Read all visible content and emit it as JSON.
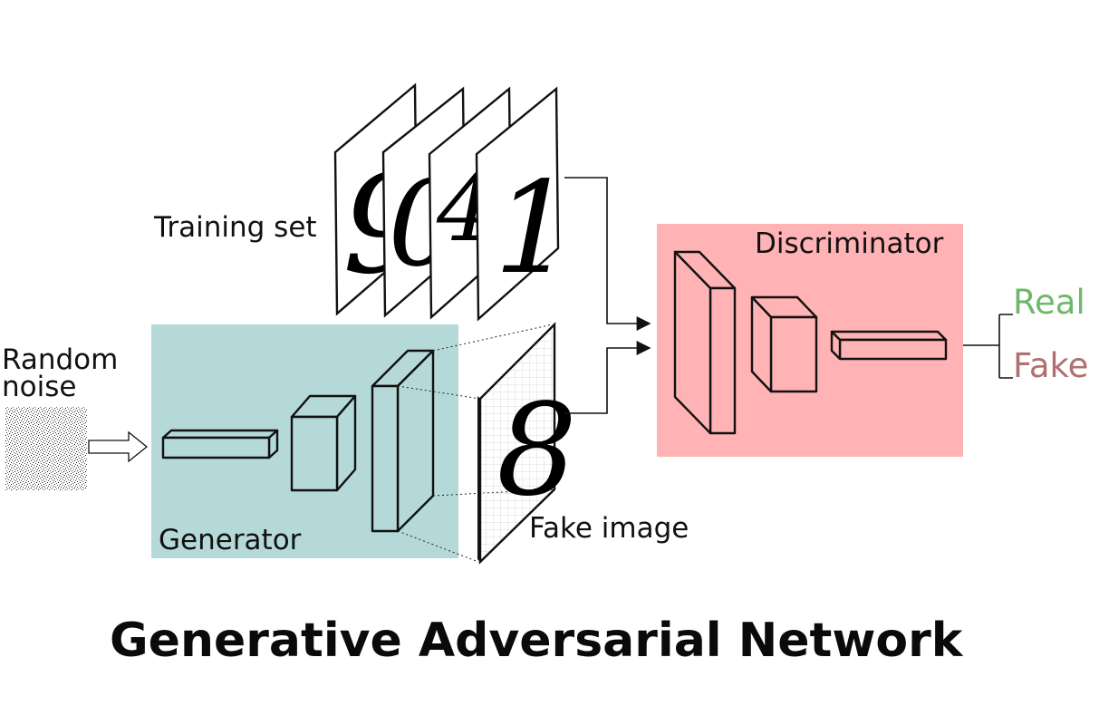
{
  "diagram": {
    "title": "Generative Adversarial Network",
    "labels": {
      "random_noise_line1": "Random",
      "random_noise_line2": "noise",
      "training_set": "Training set",
      "generator": "Generator",
      "fake_image": "Fake image",
      "discriminator": "Discriminator",
      "real": "Real",
      "fake": "Fake"
    },
    "training_digits": [
      "9",
      "0",
      "4",
      "1"
    ],
    "fake_digit": "8",
    "colors": {
      "generator_fill": "#b5d9d8",
      "discriminator_fill": "#ffb3b5",
      "real": "#6db86b",
      "fake": "#b07070"
    }
  }
}
